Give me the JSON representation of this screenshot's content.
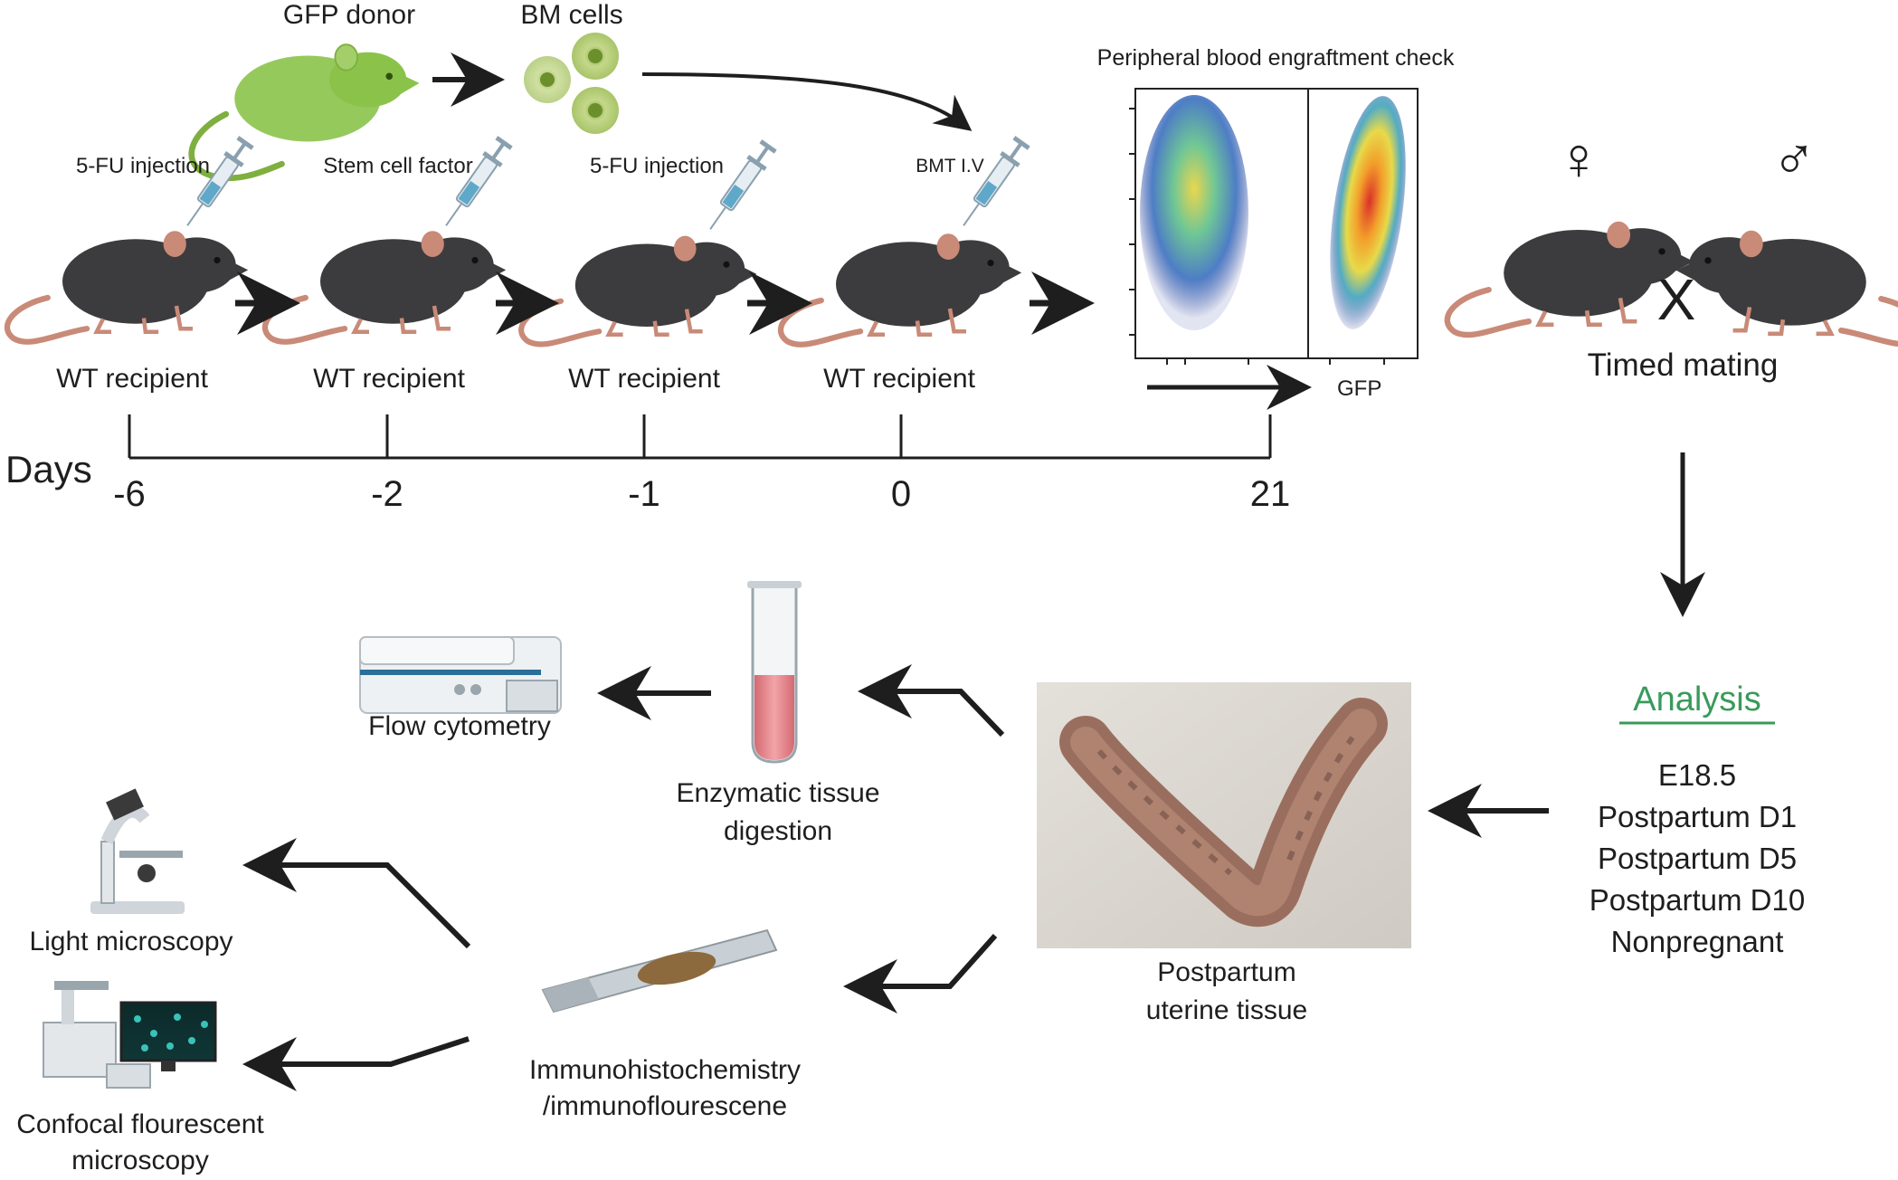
{
  "top": {
    "gfp_donor": "GFP donor",
    "bm_cells": "BM cells",
    "engraftment_check": "Peripheral blood engraftment check",
    "gfp_axis": "GFP"
  },
  "injections": [
    {
      "label": "5-FU injection"
    },
    {
      "label": "Stem cell factor"
    },
    {
      "label": "5-FU injection"
    },
    {
      "label": "BMT I.V"
    }
  ],
  "recipients": [
    {
      "label": "WT recipient"
    },
    {
      "label": "WT recipient"
    },
    {
      "label": "WT recipient"
    },
    {
      "label": "WT recipient"
    }
  ],
  "timeline": {
    "axis_label": "Days",
    "ticks": [
      "-6",
      "-2",
      "-1",
      "0",
      "21"
    ]
  },
  "mating": {
    "female_symbol": "♀",
    "male_symbol": "♂",
    "cross_symbol": "X",
    "label": "Timed mating"
  },
  "analysis": {
    "title": "Analysis",
    "timepoints": [
      "E18.5",
      "Postpartum D1",
      "Postpartum D5",
      "Postpartum D10",
      "Nonpregnant"
    ]
  },
  "tissue": {
    "line1": "Postpartum",
    "line2": "uterine tissue"
  },
  "methods": {
    "flow": "Flow cytometry",
    "enzymatic_line1": "Enzymatic tissue",
    "enzymatic_line2": "digestion",
    "ihc_line1": "Immunohistochemistry",
    "ihc_line2": "/immunoflourescene",
    "light": "Light microscopy",
    "confocal_line1": "Confocal flourescent",
    "confocal_line2": "microscopy"
  },
  "colors": {
    "text": "#1e1e1e",
    "analysis_green": "#3a9a5b",
    "mouse_body": "#3c3c3e",
    "mouse_tail": "#c98a78",
    "gfp_mouse": "#8bc34a",
    "tube_liquid": "#e58a8f"
  }
}
